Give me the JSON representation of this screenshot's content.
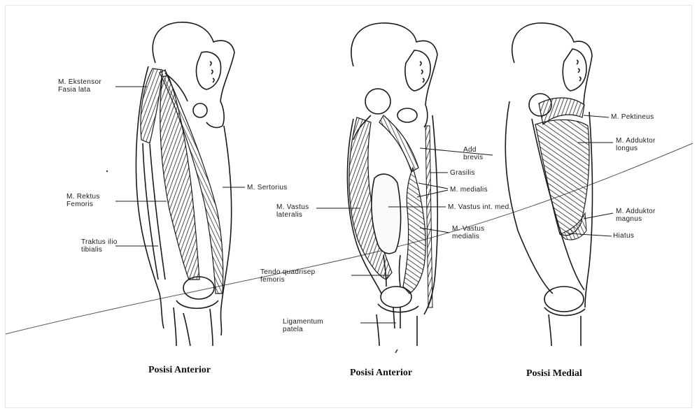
{
  "figure": {
    "panels": [
      {
        "caption": "Posisi Anterior",
        "labels": [
          {
            "line1": "M. Ekstensor",
            "line2": "Fasia lata"
          },
          {
            "line1": "M. Sertorius",
            "line2": ""
          },
          {
            "line1": "M. Rektus",
            "line2": "Femoris"
          },
          {
            "line1": "Traktus ilio",
            "line2": "tibialis"
          }
        ]
      },
      {
        "caption": "Posisi Anterior",
        "labels": [
          {
            "line1": "Add",
            "line2": "brevis"
          },
          {
            "line1": "Grasilis",
            "line2": ""
          },
          {
            "line1": "M. medialis",
            "line2": ""
          },
          {
            "line1": "M. Vastus",
            "line2": "lateralis"
          },
          {
            "line1": "M. Vastus int. med.",
            "line2": ""
          },
          {
            "line1": "M. Vastus",
            "line2": "medialis"
          },
          {
            "line1": "Tendo quadrisep",
            "line2": "femoris"
          },
          {
            "line1": "Ligamentum",
            "line2": "patela"
          }
        ]
      },
      {
        "caption": "Posisi Medial",
        "labels": [
          {
            "line1": "M. Pektineus",
            "line2": ""
          },
          {
            "line1": "M. Adduktor",
            "line2": "longus"
          },
          {
            "line1": "M. Adduktor",
            "line2": "magnus"
          },
          {
            "line1": "Hiatus",
            "line2": ""
          }
        ]
      }
    ]
  },
  "colors": {
    "ink": "#1a1a1a",
    "muscle": "#2a2a2a",
    "background": "#ffffff"
  }
}
